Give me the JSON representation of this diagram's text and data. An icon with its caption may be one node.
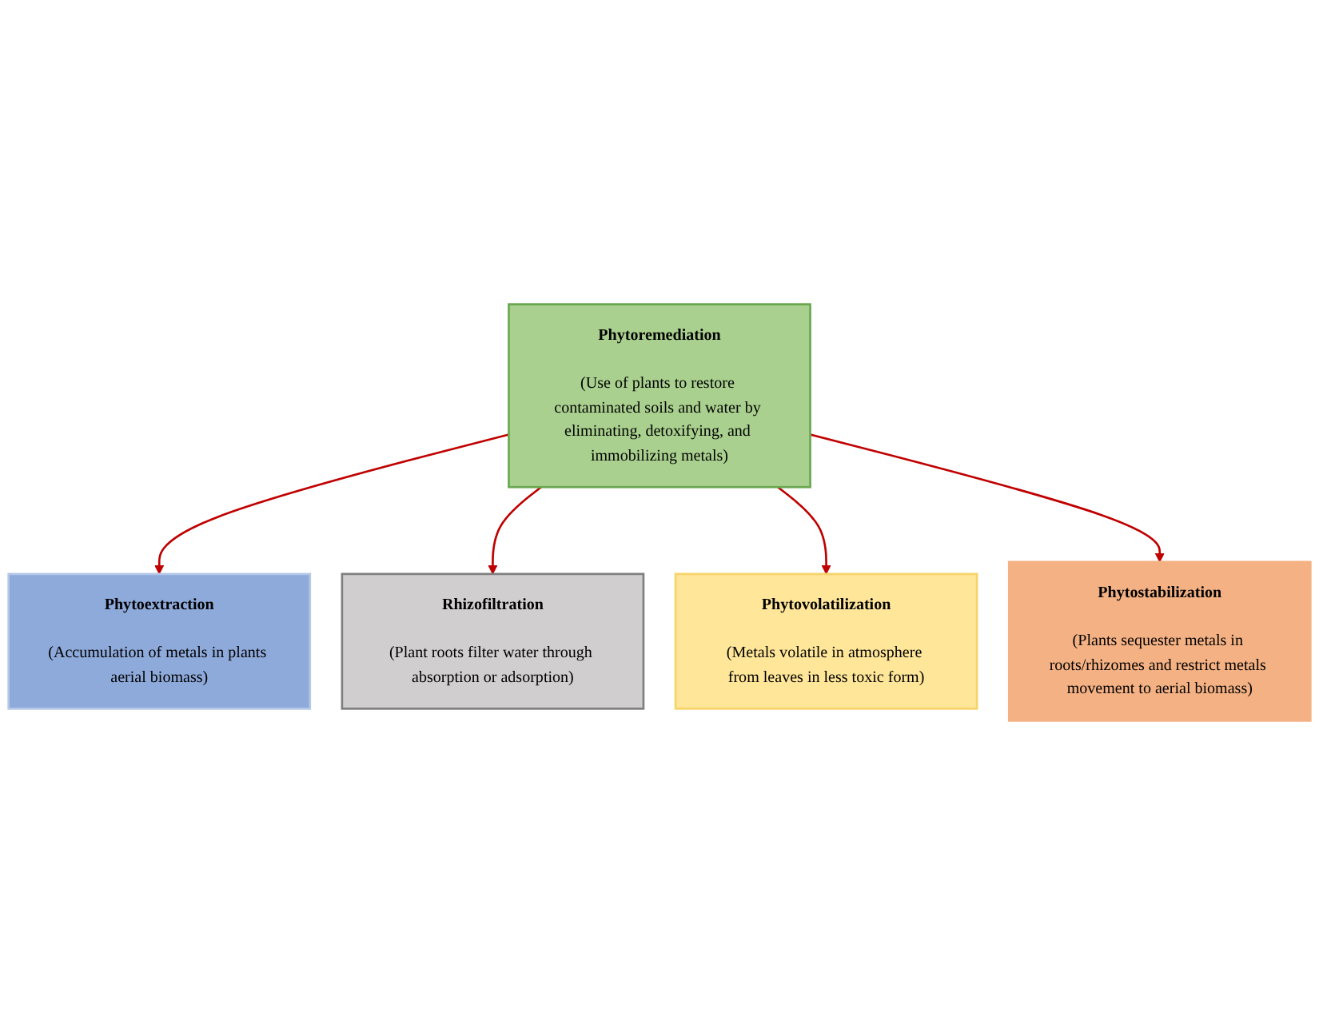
{
  "diagram": {
    "nodes": [
      {
        "text": [
          "Phytoremediation",
          "(Use of plants to restore contaminated soils and water by eliminating, detoxifying, and immobilizing metals)"
        ]
      },
      {
        "text": [
          "Phytoextraction",
          "(Accumulation of metals in plants aerial biomass)"
        ]
      },
      {
        "text": [
          "Rhizofiltration",
          "(Plant roots filter water through absorption or adsorption)"
        ]
      },
      {
        "text": [
          "Phytovolatilization",
          "(Metals volatile in atmosphere from leaves in less toxic form)"
        ]
      },
      {
        "text": [
          "Phytostabilization",
          "(Plants sequester metals in roots/rhizomes and restrict metals movement to aerial biomass)"
        ]
      }
    ],
    "edges": [
      {
        "from": 0,
        "to": 1,
        "arrow": "to"
      },
      {
        "from": 0,
        "to": 2,
        "arrow": "to"
      },
      {
        "from": 0,
        "to": 3,
        "arrow": "to"
      },
      {
        "from": 0,
        "to": 4,
        "arrow": "to"
      }
    ]
  }
}
